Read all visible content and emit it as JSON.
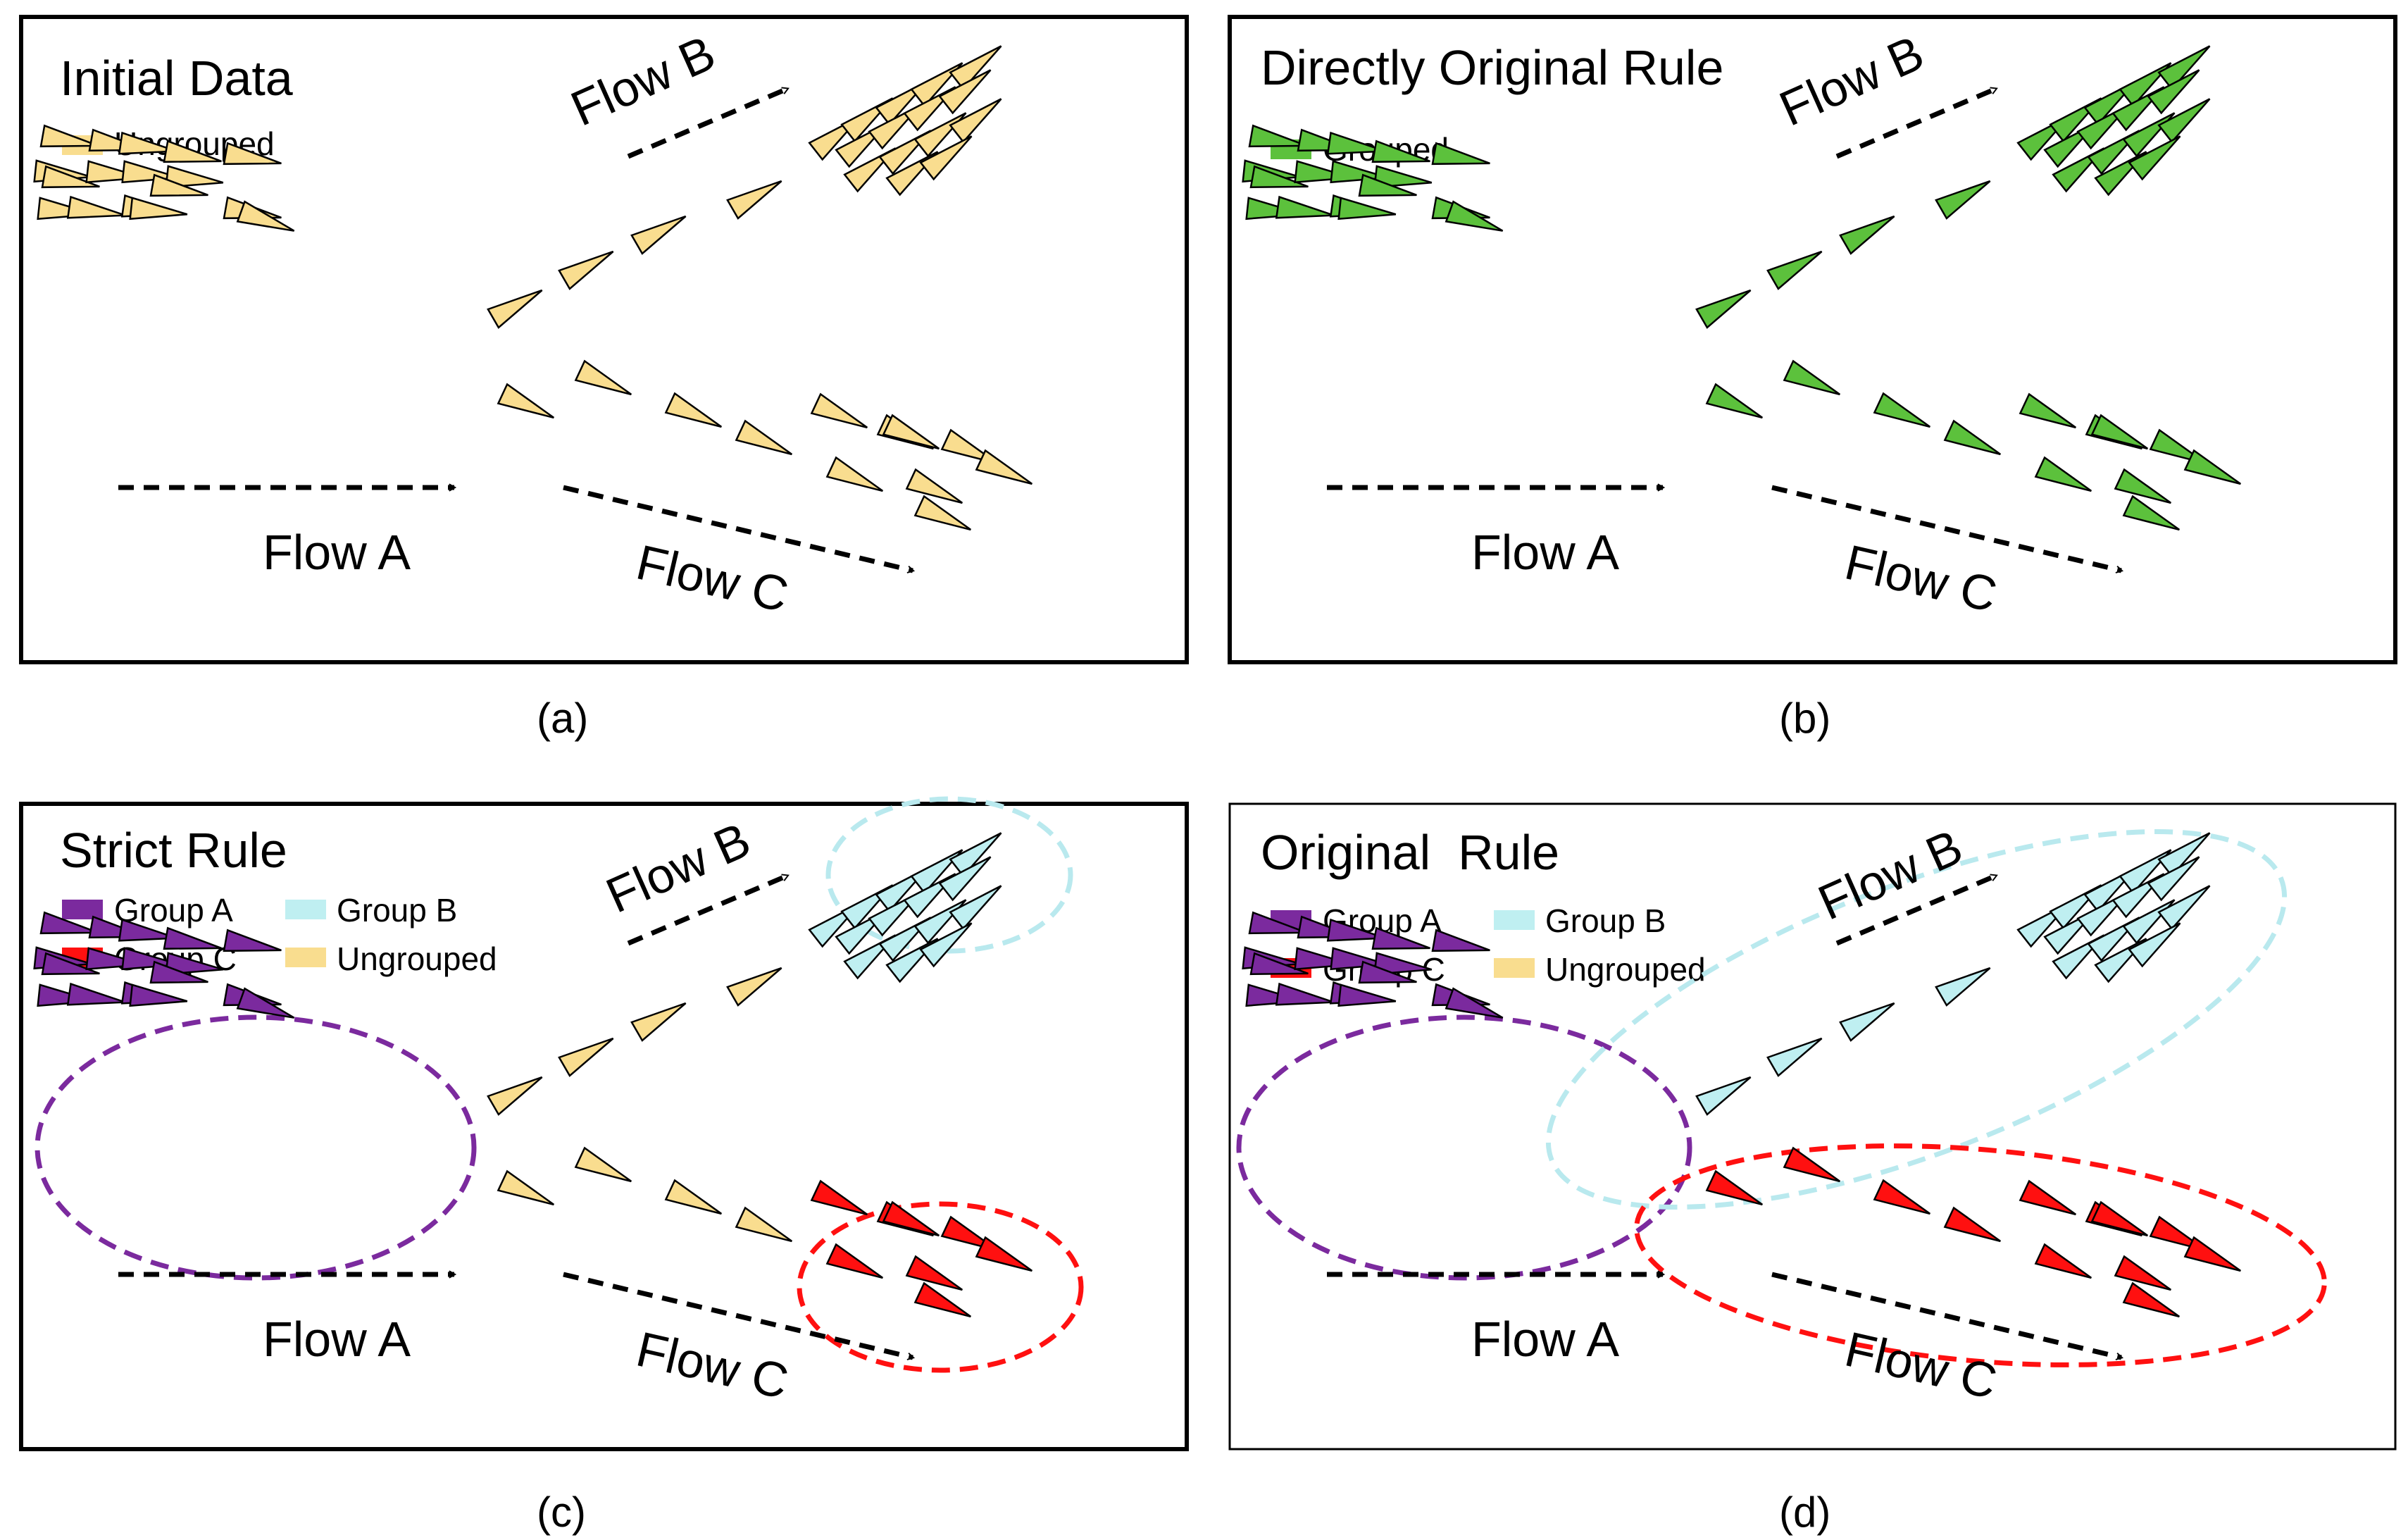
{
  "colors": {
    "ungrouped": "#F9DD8F",
    "grouped": "#5CC13C",
    "group_a": "#7B2A9E",
    "group_b": "#BFEFF1",
    "group_c": "#FF1010",
    "group_b_ellipse": "#B9E9EE",
    "arrow": "#000000"
  },
  "flow_labels": {
    "a": "Flow A",
    "b": "Flow B",
    "c": "Flow C"
  },
  "panels": [
    {
      "id": "a",
      "caption": "(a)",
      "title": "Initial Data",
      "legend": [
        {
          "label": "Ungrouped",
          "color_key": "ungrouped"
        }
      ],
      "flow_colors": {
        "a": "ungrouped",
        "b": "ungrouped",
        "c": "ungrouped",
        "tb": "ungrouped",
        "tc": "ungrouped"
      }
    },
    {
      "id": "b",
      "caption": "(b)",
      "title": "Directly Original Rule",
      "legend": [
        {
          "label": "Grouped",
          "color_key": "grouped"
        }
      ],
      "flow_colors": {
        "a": "grouped",
        "b": "grouped",
        "c": "grouped",
        "tb": "grouped",
        "tc": "grouped"
      }
    },
    {
      "id": "c",
      "caption": "(c)",
      "title": "Strict Rule",
      "legend": [
        {
          "label": "Group A",
          "color_key": "group_a"
        },
        {
          "label": "Group B",
          "color_key": "group_b"
        },
        {
          "label": "Group C",
          "color_key": "group_c"
        },
        {
          "label": "Ungrouped",
          "color_key": "ungrouped"
        }
      ],
      "flow_colors": {
        "a": "group_a",
        "b": "group_b",
        "c": "group_c",
        "tb": "ungrouped",
        "tc": "ungrouped"
      },
      "groups_circled": [
        "group_a",
        "group_b",
        "group_c"
      ]
    },
    {
      "id": "d",
      "caption": "(d)",
      "title": "Original  Rule",
      "legend": [
        {
          "label": "Group A",
          "color_key": "group_a"
        },
        {
          "label": "Group B",
          "color_key": "group_b"
        },
        {
          "label": "Group C",
          "color_key": "group_c"
        },
        {
          "label": "Ungrouped",
          "color_key": "ungrouped"
        }
      ],
      "flow_colors": {
        "a": "group_a",
        "b": "group_b",
        "c": "group_c",
        "tb": "group_b",
        "tc": "group_c"
      },
      "groups_circled": [
        "group_a",
        "group_b",
        "group_c"
      ]
    }
  ]
}
